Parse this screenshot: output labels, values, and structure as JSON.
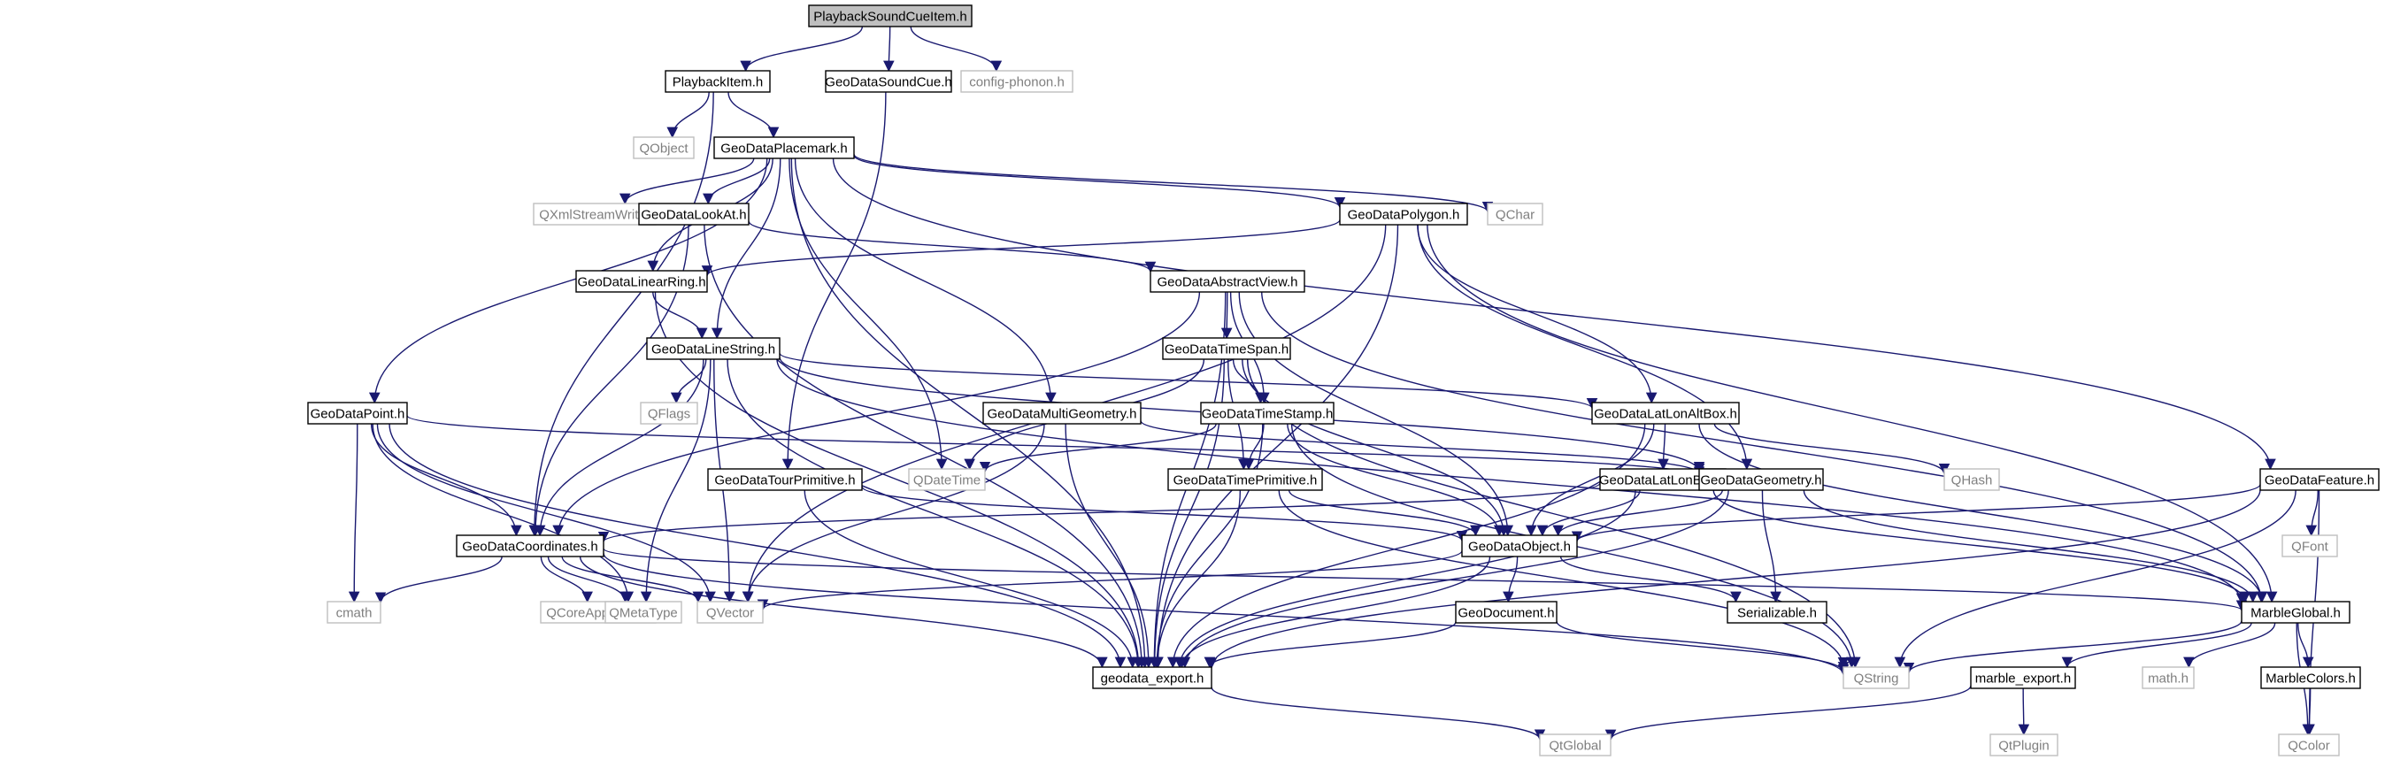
{
  "graph": {
    "colors": {
      "root_fill": "#bfbfbf",
      "header_fill": "#ffffff",
      "header_stroke": "#000000",
      "external_stroke": "#bfbfbf",
      "external_text": "#7f7f7f",
      "header_text": "#000000",
      "edge_internal": "#191970",
      "edge_external": "#63b8ff"
    },
    "nodes": [
      {
        "id": "root",
        "label": "PlaybackSoundCueItem.h",
        "kind": "root"
      },
      {
        "id": "playbackitem",
        "label": "PlaybackItem.h",
        "kind": "header"
      },
      {
        "id": "soundcue",
        "label": "GeoDataSoundCue.h",
        "kind": "header"
      },
      {
        "id": "configphonon",
        "label": "config-phonon.h",
        "kind": "external"
      },
      {
        "id": "qobject",
        "label": "QObject",
        "kind": "external"
      },
      {
        "id": "placemark",
        "label": "GeoDataPlacemark.h",
        "kind": "header"
      },
      {
        "id": "qxml",
        "label": "QXmlStreamWriter",
        "kind": "external"
      },
      {
        "id": "lookat",
        "label": "GeoDataLookAt.h",
        "kind": "header"
      },
      {
        "id": "polygon",
        "label": "GeoDataPolygon.h",
        "kind": "header"
      },
      {
        "id": "qchar",
        "label": "QChar",
        "kind": "external"
      },
      {
        "id": "linearring",
        "label": "GeoDataLinearRing.h",
        "kind": "header"
      },
      {
        "id": "abstractview",
        "label": "GeoDataAbstractView.h",
        "kind": "header"
      },
      {
        "id": "linestring",
        "label": "GeoDataLineString.h",
        "kind": "header"
      },
      {
        "id": "timespan",
        "label": "GeoDataTimeSpan.h",
        "kind": "header"
      },
      {
        "id": "qflags",
        "label": "QFlags",
        "kind": "external"
      },
      {
        "id": "point",
        "label": "GeoDataPoint.h",
        "kind": "header"
      },
      {
        "id": "multigeometry",
        "label": "GeoDataMultiGeometry.h",
        "kind": "header"
      },
      {
        "id": "timestamp",
        "label": "GeoDataTimeStamp.h",
        "kind": "header"
      },
      {
        "id": "latlonalt",
        "label": "GeoDataLatLonAltBox.h",
        "kind": "header"
      },
      {
        "id": "qdatetime",
        "label": "QDateTime",
        "kind": "external"
      },
      {
        "id": "tourprimitive",
        "label": "GeoDataTourPrimitive.h",
        "kind": "header"
      },
      {
        "id": "timeprimitive",
        "label": "GeoDataTimePrimitive.h",
        "kind": "header"
      },
      {
        "id": "latlonbox",
        "label": "GeoDataLatLonBox.h",
        "kind": "header"
      },
      {
        "id": "geometry",
        "label": "GeoDataGeometry.h",
        "kind": "header"
      },
      {
        "id": "qhash",
        "label": "QHash",
        "kind": "external"
      },
      {
        "id": "feature",
        "label": "GeoDataFeature.h",
        "kind": "header"
      },
      {
        "id": "coordinates",
        "label": "GeoDataCoordinates.h",
        "kind": "header"
      },
      {
        "id": "object",
        "label": "GeoDataObject.h",
        "kind": "header"
      },
      {
        "id": "qfont",
        "label": "QFont",
        "kind": "external"
      },
      {
        "id": "cmath",
        "label": "cmath",
        "kind": "external"
      },
      {
        "id": "qcoreapp",
        "label": "QCoreApplication",
        "kind": "external"
      },
      {
        "id": "qmetatype",
        "label": "QMetaType",
        "kind": "external"
      },
      {
        "id": "qvector",
        "label": "QVector",
        "kind": "external"
      },
      {
        "id": "document",
        "label": "GeoDocument.h",
        "kind": "header"
      },
      {
        "id": "serializable",
        "label": "Serializable.h",
        "kind": "header"
      },
      {
        "id": "marbleglobal",
        "label": "MarbleGlobal.h",
        "kind": "header"
      },
      {
        "id": "geodataexport",
        "label": "geodata_export.h",
        "kind": "header"
      },
      {
        "id": "qstring",
        "label": "QString",
        "kind": "external"
      },
      {
        "id": "marbleexport",
        "label": "marble_export.h",
        "kind": "header"
      },
      {
        "id": "mathh",
        "label": "math.h",
        "kind": "external"
      },
      {
        "id": "marblecolors",
        "label": "MarbleColors.h",
        "kind": "header"
      },
      {
        "id": "qtglobal",
        "label": "QtGlobal",
        "kind": "external"
      },
      {
        "id": "qtplugin",
        "label": "QtPlugin",
        "kind": "external"
      },
      {
        "id": "qcolor",
        "label": "QColor",
        "kind": "external"
      }
    ],
    "edges": [
      [
        "root",
        "playbackitem"
      ],
      [
        "root",
        "soundcue"
      ],
      [
        "root",
        "configphonon"
      ],
      [
        "playbackitem",
        "qobject"
      ],
      [
        "playbackitem",
        "placemark"
      ],
      [
        "playbackitem",
        "coordinates"
      ],
      [
        "soundcue",
        "tourprimitive"
      ],
      [
        "placemark",
        "qxml"
      ],
      [
        "placemark",
        "lookat"
      ],
      [
        "placemark",
        "polygon"
      ],
      [
        "placemark",
        "qchar"
      ],
      [
        "placemark",
        "linearring"
      ],
      [
        "placemark",
        "linestring"
      ],
      [
        "placemark",
        "point"
      ],
      [
        "placemark",
        "multigeometry"
      ],
      [
        "placemark",
        "qdatetime"
      ],
      [
        "placemark",
        "feature"
      ],
      [
        "placemark",
        "geodataexport"
      ],
      [
        "lookat",
        "abstractview"
      ],
      [
        "lookat",
        "coordinates"
      ],
      [
        "lookat",
        "geodataexport"
      ],
      [
        "polygon",
        "linearring"
      ],
      [
        "polygon",
        "latlonalt"
      ],
      [
        "polygon",
        "geometry"
      ],
      [
        "polygon",
        "marbleglobal"
      ],
      [
        "polygon",
        "qvector"
      ],
      [
        "polygon",
        "geodataexport"
      ],
      [
        "linearring",
        "linestring"
      ],
      [
        "linearring",
        "geodataexport"
      ],
      [
        "abstractview",
        "timespan"
      ],
      [
        "abstractview",
        "timestamp"
      ],
      [
        "abstractview",
        "object"
      ],
      [
        "abstractview",
        "coordinates"
      ],
      [
        "abstractview",
        "marbleglobal"
      ],
      [
        "abstractview",
        "geodataexport"
      ],
      [
        "linestring",
        "qflags"
      ],
      [
        "linestring",
        "coordinates"
      ],
      [
        "linestring",
        "qmetatype"
      ],
      [
        "linestring",
        "qvector"
      ],
      [
        "linestring",
        "latlonalt"
      ],
      [
        "linestring",
        "geometry"
      ],
      [
        "linestring",
        "marbleglobal"
      ],
      [
        "linestring",
        "geodataexport"
      ],
      [
        "timespan",
        "timestamp"
      ],
      [
        "timespan",
        "timeprimitive"
      ],
      [
        "timespan",
        "object"
      ],
      [
        "timespan",
        "qdatetime"
      ],
      [
        "timespan",
        "geodataexport"
      ],
      [
        "timespan",
        "qstring"
      ],
      [
        "point",
        "coordinates"
      ],
      [
        "point",
        "geometry"
      ],
      [
        "point",
        "cmath"
      ],
      [
        "point",
        "qmetatype"
      ],
      [
        "point",
        "qvector"
      ],
      [
        "point",
        "geodataexport"
      ],
      [
        "multigeometry",
        "geometry"
      ],
      [
        "multigeometry",
        "qvector"
      ],
      [
        "multigeometry",
        "geodataexport"
      ],
      [
        "timestamp",
        "timeprimitive"
      ],
      [
        "timestamp",
        "object"
      ],
      [
        "timestamp",
        "qdatetime"
      ],
      [
        "timestamp",
        "qstring"
      ],
      [
        "timestamp",
        "geodataexport"
      ],
      [
        "latlonalt",
        "latlonbox"
      ],
      [
        "latlonalt",
        "object"
      ],
      [
        "latlonalt",
        "qhash"
      ],
      [
        "latlonalt",
        "marbleglobal"
      ],
      [
        "latlonalt",
        "geodataexport"
      ],
      [
        "tourprimitive",
        "object"
      ],
      [
        "tourprimitive",
        "geodataexport"
      ],
      [
        "timeprimitive",
        "object"
      ],
      [
        "timeprimitive",
        "qstring"
      ],
      [
        "timeprimitive",
        "geodataexport"
      ],
      [
        "latlonbox",
        "coordinates"
      ],
      [
        "latlonbox",
        "object"
      ],
      [
        "latlonbox",
        "marbleglobal"
      ],
      [
        "latlonbox",
        "geodataexport"
      ],
      [
        "geometry",
        "object"
      ],
      [
        "geometry",
        "serializable"
      ],
      [
        "geometry",
        "marbleglobal"
      ],
      [
        "geometry",
        "geodataexport"
      ],
      [
        "feature",
        "object"
      ],
      [
        "feature",
        "qfont"
      ],
      [
        "feature",
        "qcolor"
      ],
      [
        "feature",
        "qstring"
      ],
      [
        "feature",
        "geodataexport"
      ],
      [
        "coordinates",
        "cmath"
      ],
      [
        "coordinates",
        "qcoreapp"
      ],
      [
        "coordinates",
        "qmetatype"
      ],
      [
        "coordinates",
        "qvector"
      ],
      [
        "coordinates",
        "marbleglobal"
      ],
      [
        "coordinates",
        "qstring"
      ],
      [
        "coordinates",
        "geodataexport"
      ],
      [
        "object",
        "serializable"
      ],
      [
        "object",
        "document"
      ],
      [
        "object",
        "qvector"
      ],
      [
        "object",
        "geodataexport"
      ],
      [
        "document",
        "geodataexport"
      ],
      [
        "document",
        "qstring"
      ],
      [
        "marbleglobal",
        "qstring"
      ],
      [
        "marbleglobal",
        "mathh"
      ],
      [
        "marbleglobal",
        "marbleexport"
      ],
      [
        "marbleglobal",
        "marblecolors"
      ],
      [
        "marbleglobal",
        "qcolor"
      ],
      [
        "marbleexport",
        "qtglobal"
      ],
      [
        "marbleexport",
        "qtplugin"
      ],
      [
        "marblecolors",
        "qcolor"
      ],
      [
        "geodataexport",
        "qtglobal"
      ]
    ]
  }
}
